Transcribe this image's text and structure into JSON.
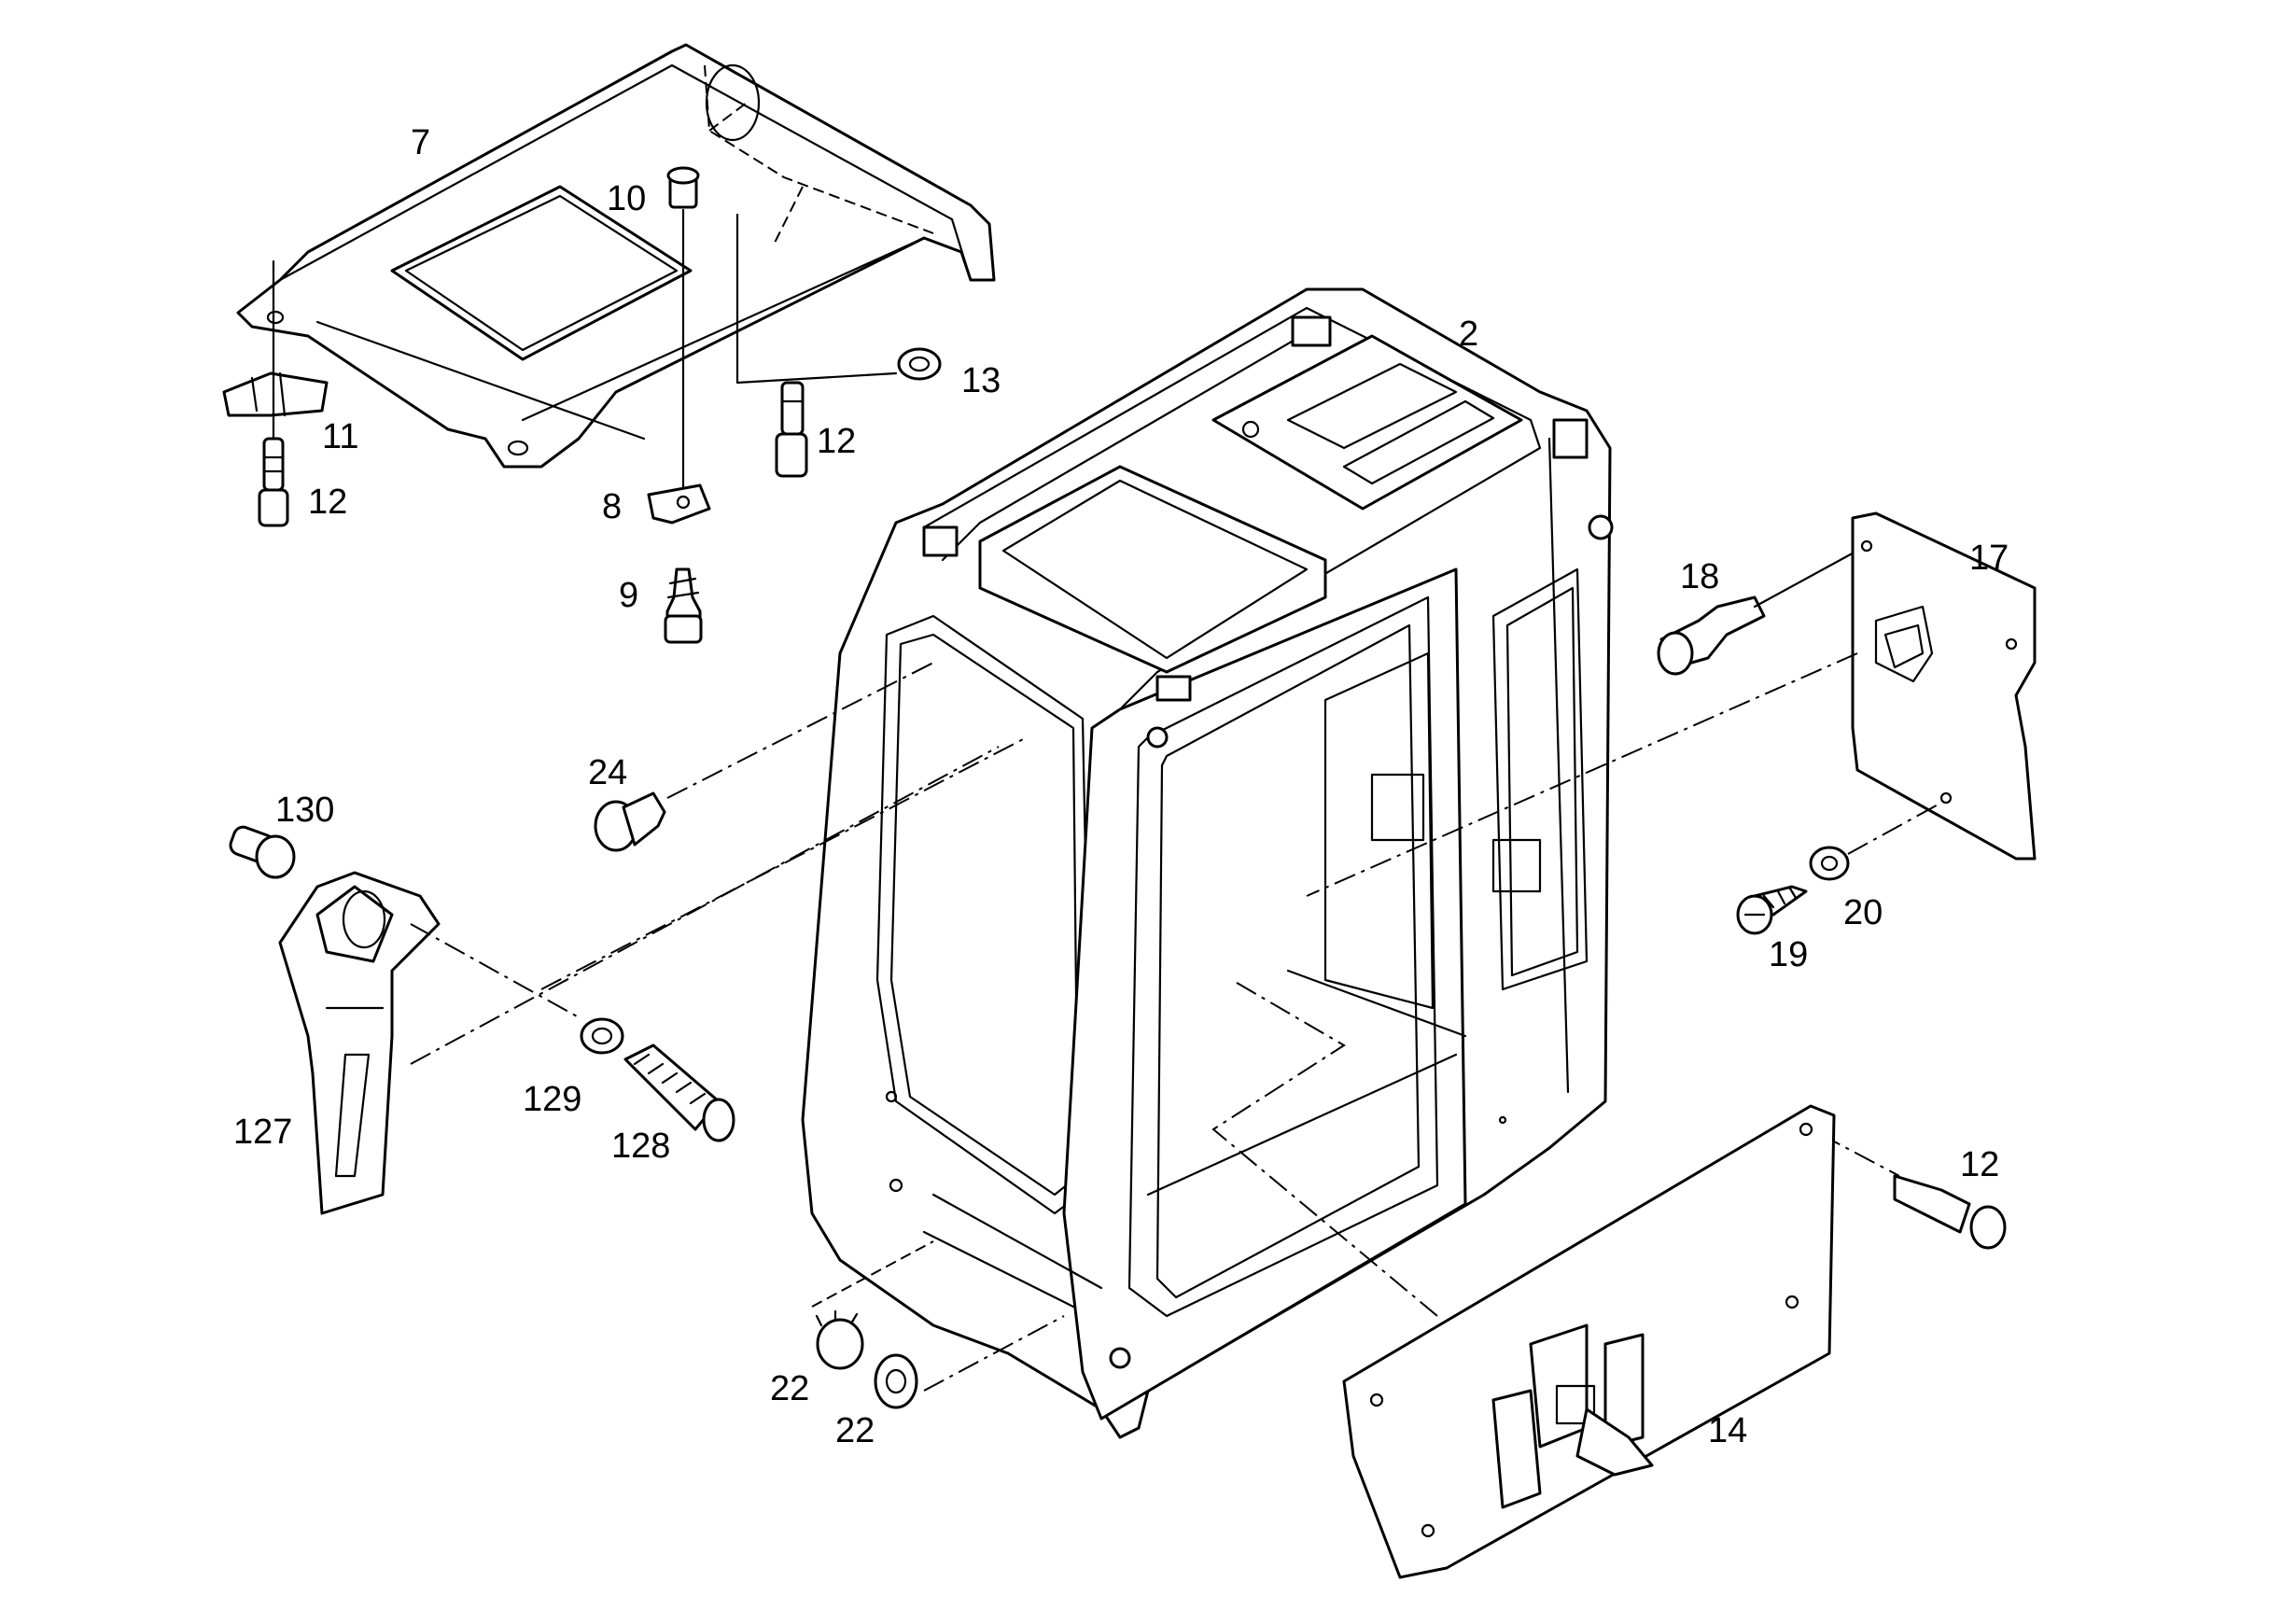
{
  "callouts": [
    {
      "id": "c7",
      "text": "7"
    },
    {
      "id": "c10",
      "text": "10"
    },
    {
      "id": "c13",
      "text": "13"
    },
    {
      "id": "c11",
      "text": "11"
    },
    {
      "id": "c12a",
      "text": "12"
    },
    {
      "id": "c12b",
      "text": "12"
    },
    {
      "id": "c8",
      "text": "8"
    },
    {
      "id": "c9",
      "text": "9"
    },
    {
      "id": "c2",
      "text": "2"
    },
    {
      "id": "c18",
      "text": "18"
    },
    {
      "id": "c17",
      "text": "17"
    },
    {
      "id": "c24",
      "text": "24"
    },
    {
      "id": "c130",
      "text": "130"
    },
    {
      "id": "c20",
      "text": "20"
    },
    {
      "id": "c19",
      "text": "19"
    },
    {
      "id": "c129",
      "text": "129"
    },
    {
      "id": "c127",
      "text": "127"
    },
    {
      "id": "c128",
      "text": "128"
    },
    {
      "id": "c12c",
      "text": "12"
    },
    {
      "id": "c22a",
      "text": "22"
    },
    {
      "id": "c22b",
      "text": "22"
    },
    {
      "id": "c14",
      "text": "14"
    }
  ]
}
